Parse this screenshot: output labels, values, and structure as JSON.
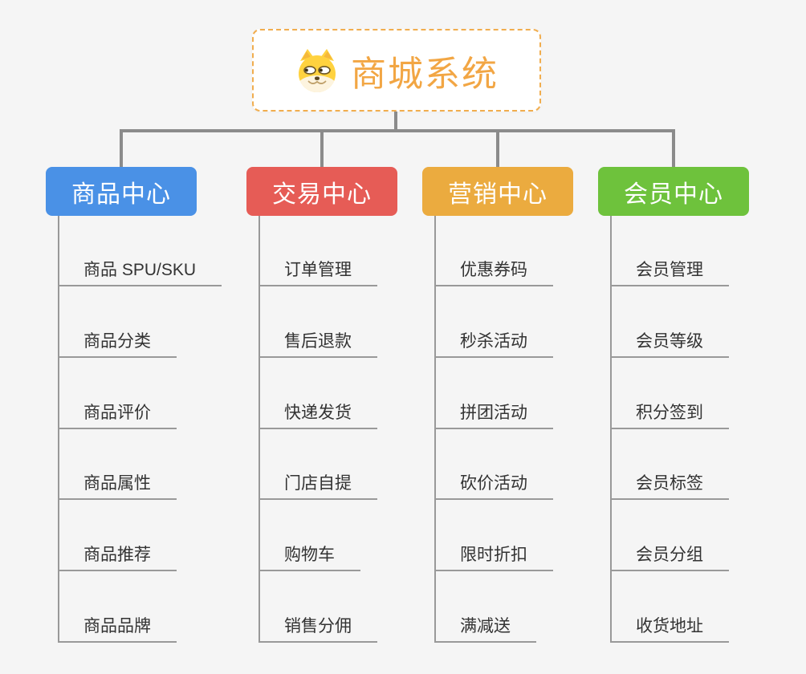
{
  "root": {
    "label": "商城系统",
    "icon": "dog-face-icon",
    "text_color": "#F2A644",
    "border_color": "#F1AD4E"
  },
  "branches": [
    {
      "label": "商品中心",
      "color": "#4A91E6",
      "children": [
        "商品 SPU/SKU",
        "商品分类",
        "商品评价",
        "商品属性",
        "商品推荐",
        "商品品牌"
      ]
    },
    {
      "label": "交易中心",
      "color": "#E65C56",
      "children": [
        "订单管理",
        "售后退款",
        "快递发货",
        "门店自提",
        "购物车",
        "销售分佣"
      ]
    },
    {
      "label": "营销中心",
      "color": "#EBAB3F",
      "children": [
        "优惠券码",
        "秒杀活动",
        "拼团活动",
        "砍价活动",
        "限时折扣",
        "满减送"
      ]
    },
    {
      "label": "会员中心",
      "color": "#6EC23C",
      "children": [
        "会员管理",
        "会员等级",
        "积分签到",
        "会员标签",
        "会员分组",
        "收货地址"
      ]
    }
  ],
  "colors": {
    "connector": "#8B8B8B",
    "trunk_underline": "#999999",
    "child_text": "#333333",
    "canvas_background": "#F5F5F5"
  }
}
